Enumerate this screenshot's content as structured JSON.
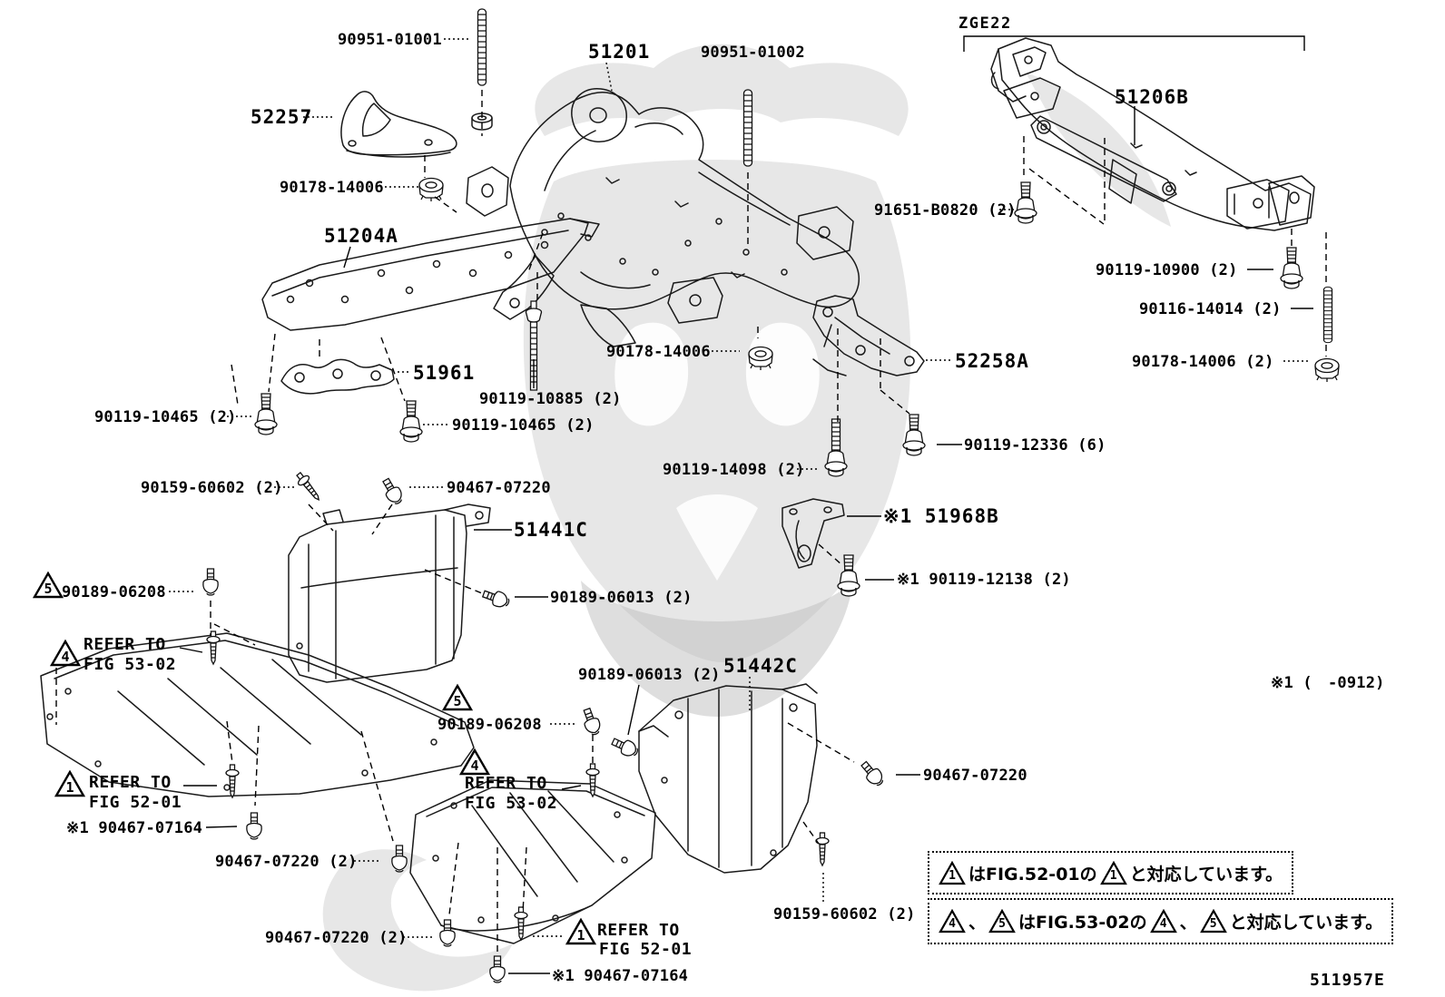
{
  "doc_code": "511957E",
  "model_code": "ZGE22",
  "note_applicability": "※1 (　-0912)",
  "labels": {
    "p90951_01001": "90951-01001",
    "p90951_01002": "90951-01002",
    "p51201": "51201",
    "p51204A": "51204A",
    "p51206B": "51206B",
    "p52257": "52257",
    "p52258A": "52258A",
    "p51961": "51961",
    "p51441C": "51441C",
    "p51442C": "51442C",
    "p51968B": "※1 51968B",
    "p90178_14006": "90178-14006",
    "p90178_14006_2": "90178-14006 (2)",
    "p91651_B0820_2": "91651-B0820 (2)",
    "p90119_10900_2": "90119-10900 (2)",
    "p90116_14014_2": "90116-14014 (2)",
    "p90119_10885_2": "90119-10885 (2)",
    "p90119_10465_2": "90119-10465 (2)",
    "p90119_12336_6": "90119-12336 (6)",
    "p90119_14098_2": "90119-14098 (2)",
    "p90159_60602_2": "90159-60602 (2)",
    "p90467_07220": "90467-07220",
    "p90467_07220_2": "90467-07220 (2)",
    "p90189_06208": "90189-06208",
    "p90189_06013_2": "90189-06013 (2)",
    "p90119_12138": "※1 90119-12138 (2)",
    "p90467_07164": "※1 90467-07164"
  },
  "refer": {
    "refer_to": "REFER TO",
    "fig_52_01": "FIG 52-01",
    "fig_53_02": "FIG 53-02"
  },
  "markers": {
    "one": "1",
    "four": "4",
    "five": "5"
  },
  "legend": {
    "line1_pre": "はFIG.52-01の",
    "line1_post": "と対応しています。",
    "line2_pre": "はFIG.53-02の",
    "line2_post": "と対応しています。",
    "comma": "、"
  }
}
